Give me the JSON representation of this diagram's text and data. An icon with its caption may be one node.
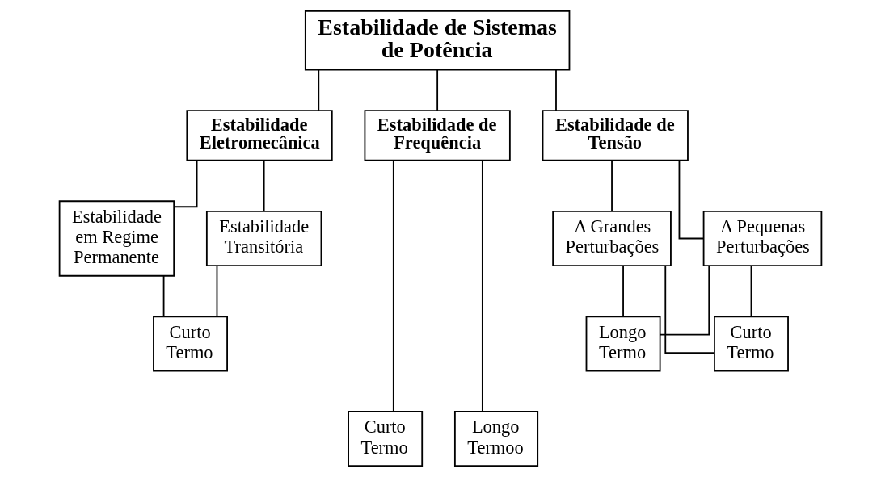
{
  "diagram": {
    "nodes": [
      {
        "text": [
          "Estabilidade de Sistemas de Potência"
        ]
      },
      {
        "text": [
          "Estabilidade Eletromecânica"
        ]
      },
      {
        "text": [
          "Estabilidade de Frequência"
        ]
      },
      {
        "text": [
          "Estabilidade de Tensão"
        ]
      },
      {
        "text": [
          "Estabilidade em Regime Permanente"
        ]
      },
      {
        "text": [
          "Estabilidade Transitória"
        ]
      },
      {
        "text": [
          "Curto Termo"
        ]
      },
      {
        "text": [
          "Curto Termo"
        ]
      },
      {
        "text": [
          "Longo Termoo"
        ]
      },
      {
        "text": [
          "A Grandes Perturbações"
        ]
      },
      {
        "text": [
          "A Pequenas Perturbações"
        ]
      },
      {
        "text": [
          "Curto Termo"
        ]
      },
      {
        "text": [
          "Longo Termo"
        ]
      }
    ],
    "edges": [
      {
        "from": 0,
        "to": 1,
        "arrow": "none"
      },
      {
        "from": 0,
        "to": 2,
        "arrow": "none"
      },
      {
        "from": 0,
        "to": 3,
        "arrow": "none"
      },
      {
        "from": 1,
        "to": 4,
        "arrow": "none"
      },
      {
        "from": 1,
        "to": 5,
        "arrow": "none"
      },
      {
        "from": 4,
        "to": 6,
        "arrow": "none"
      },
      {
        "from": 5,
        "to": 6,
        "arrow": "none"
      },
      {
        "from": 2,
        "to": 7,
        "arrow": "none"
      },
      {
        "from": 2,
        "to": 8,
        "arrow": "none"
      },
      {
        "from": 3,
        "to": 9,
        "arrow": "none"
      },
      {
        "from": 3,
        "to": 10,
        "arrow": "none"
      },
      {
        "from": 9,
        "to": 11,
        "arrow": "none"
      },
      {
        "from": 9,
        "to": 12,
        "arrow": "none"
      },
      {
        "from": 10,
        "to": 11,
        "arrow": "none"
      },
      {
        "from": 10,
        "to": 12,
        "arrow": "none"
      }
    ]
  }
}
